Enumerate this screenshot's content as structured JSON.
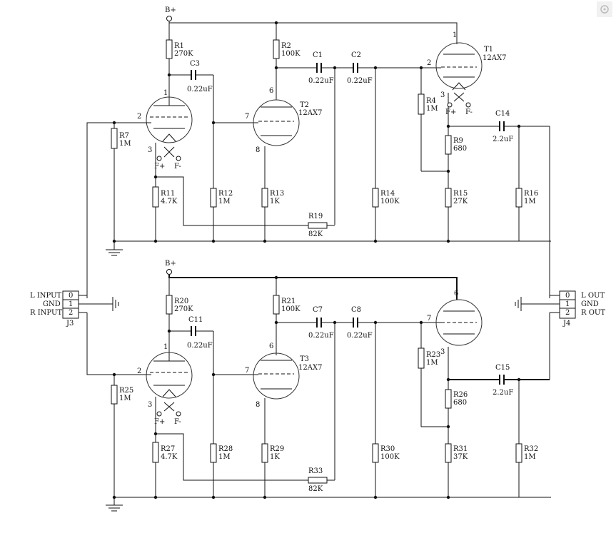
{
  "supply_label": "B+",
  "tube_pins": {
    "p1": "1",
    "p2": "2",
    "p3": "3",
    "p6": "6",
    "p7": "7",
    "p8": "8"
  },
  "filament": {
    "pos": "F+",
    "neg": "F-"
  },
  "tubes": {
    "t1": {
      "ref": "T1",
      "type": "12AX7"
    },
    "t2": {
      "ref": "T2",
      "type": "12AX7"
    },
    "t3": {
      "ref": "T3",
      "type": "12AX7"
    }
  },
  "resistors": {
    "r1": {
      "ref": "R1",
      "value": "270K"
    },
    "r2": {
      "ref": "R2",
      "value": "100K"
    },
    "r4": {
      "ref": "R4",
      "value": "1M"
    },
    "r7": {
      "ref": "R7",
      "value": "1M"
    },
    "r9": {
      "ref": "R9",
      "value": "680"
    },
    "r11": {
      "ref": "R11",
      "value": "4.7K"
    },
    "r12": {
      "ref": "R12",
      "value": "1M"
    },
    "r13": {
      "ref": "R13",
      "value": "1K"
    },
    "r14": {
      "ref": "R14",
      "value": "100K"
    },
    "r15": {
      "ref": "R15",
      "value": "27K"
    },
    "r16": {
      "ref": "R16",
      "value": "1M"
    },
    "r19": {
      "ref": "R19",
      "value": "82K"
    },
    "r20": {
      "ref": "R20",
      "value": "270K"
    },
    "r21": {
      "ref": "R21",
      "value": "100K"
    },
    "r23": {
      "ref": "R23",
      "value": "1M"
    },
    "r25": {
      "ref": "R25",
      "value": "1M"
    },
    "r26": {
      "ref": "R26",
      "value": "680"
    },
    "r27": {
      "ref": "R27",
      "value": "4.7K"
    },
    "r28": {
      "ref": "R28",
      "value": "1M"
    },
    "r29": {
      "ref": "R29",
      "value": "1K"
    },
    "r30": {
      "ref": "R30",
      "value": "100K"
    },
    "r31": {
      "ref": "R31",
      "value": "37K"
    },
    "r32": {
      "ref": "R32",
      "value": "1M"
    },
    "r33": {
      "ref": "R33",
      "value": "82K"
    }
  },
  "capacitors": {
    "c1": {
      "ref": "C1",
      "value": "0.22uF"
    },
    "c2": {
      "ref": "C2",
      "value": "0.22uF"
    },
    "c3": {
      "ref": "C3",
      "value": "0.22uF"
    },
    "c7": {
      "ref": "C7",
      "value": "0.22uF"
    },
    "c8": {
      "ref": "C8",
      "value": "0.22uF"
    },
    "c11": {
      "ref": "C11",
      "value": "0.22uF"
    },
    "c14": {
      "ref": "C14",
      "value": "2.2uF"
    },
    "c15": {
      "ref": "C15",
      "value": "2.2uF"
    }
  },
  "connectors": {
    "j3": {
      "ref": "J3",
      "pins": [
        "0",
        "1",
        "2"
      ],
      "labels": [
        "L INPUT",
        "GND",
        "R INPUT"
      ]
    },
    "j4": {
      "ref": "J4",
      "pins": [
        "0",
        "1",
        "2"
      ],
      "labels": [
        "L OUT",
        "GND",
        "R OUT"
      ]
    }
  }
}
